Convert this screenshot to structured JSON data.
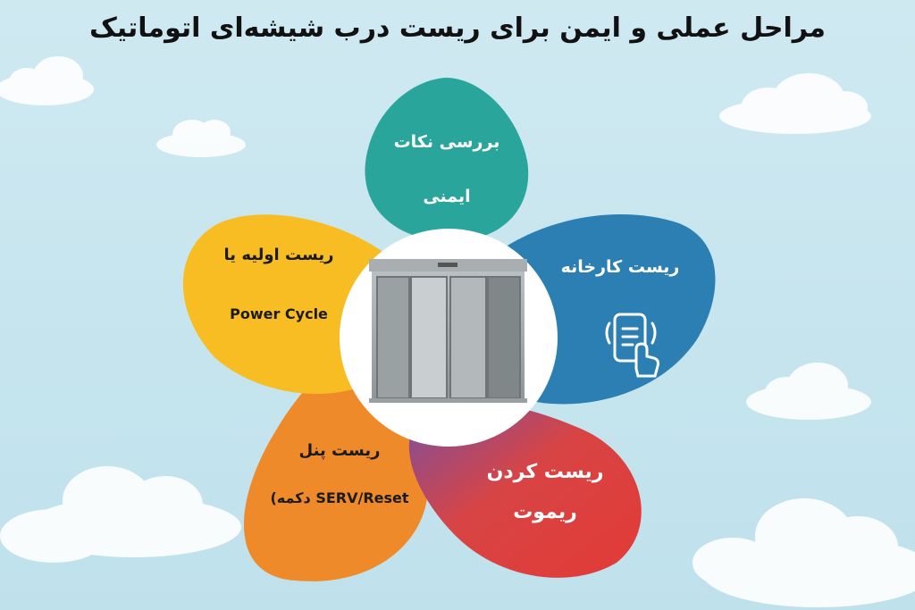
{
  "title": "مراحل عملی و ایمن برای ریست درب شیشه‌ای اتوماتیک",
  "petals": [
    {
      "id": "safety",
      "lines": [
        "بررسی نکات",
        "ایمنی"
      ],
      "color": "#2aa59b",
      "text_color": "#ffffff"
    },
    {
      "id": "factory",
      "lines": [
        "ریست کارخانه"
      ],
      "color": "#2b7fb2",
      "text_color": "#ffffff",
      "icon": "touch-remote-icon"
    },
    {
      "id": "remote",
      "lines": [
        "ریست کردن",
        "ریموت"
      ],
      "color": "#dd3b3b",
      "text_color": "#ffffff"
    },
    {
      "id": "panel",
      "lines": [
        "ریست پنل",
        "(دکمه SERV/Reset"
      ],
      "color": "#ef8a2a",
      "text_color": "#1b1b1b"
    },
    {
      "id": "power",
      "lines": [
        "ریست اولیه یا",
        "Power Cycle"
      ],
      "color": "#f7bd22",
      "text_color": "#1b1b1b"
    }
  ],
  "center_image": "automatic-sliding-glass-door"
}
